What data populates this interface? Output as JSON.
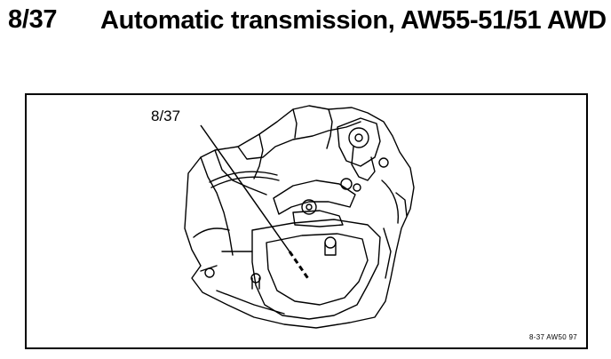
{
  "page": {
    "reference_number": "8/37",
    "title": "Automatic transmission, AW55-51/51 AWD"
  },
  "figure": {
    "callout_label": "8/37",
    "figure_code": "8-37 AW50 97",
    "illustration": "automatic-transmission-drawing"
  }
}
